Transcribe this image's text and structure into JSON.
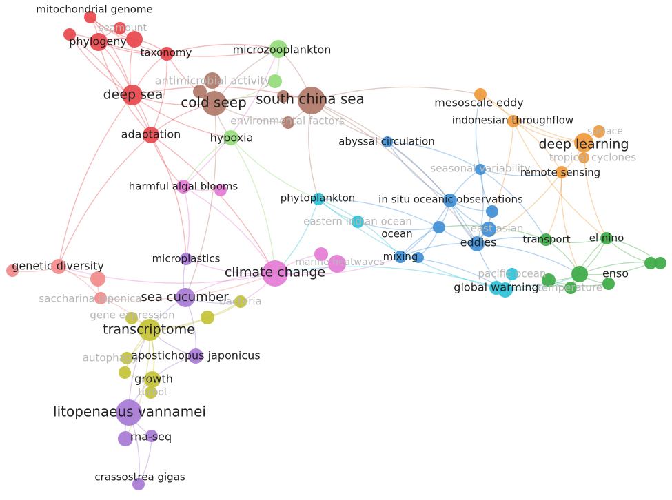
{
  "clusters": {
    "red": "#e8474c",
    "brown": "#b07868",
    "lightgreen": "#93db78",
    "blue": "#3f8fd6",
    "cyan": "#2ec2d8",
    "orange": "#f0993a",
    "green": "#3daa45",
    "pink": "#e57bd5",
    "purple": "#a77ad6",
    "yellow": "#c4c236",
    "salmon": "#f28a8a"
  },
  "nodes": [
    {
      "id": "mitochondrial_genome",
      "label": "mitochondrial genome",
      "cluster": "red",
      "faint": false
    },
    {
      "id": "red_a",
      "label": "",
      "cluster": "red",
      "faint": false
    },
    {
      "id": "seamount",
      "label": "seamount",
      "cluster": "red",
      "faint": true
    },
    {
      "id": "red_b",
      "label": "",
      "cluster": "red",
      "faint": false
    },
    {
      "id": "phylogeny",
      "label": "phylogeny",
      "cluster": "red",
      "faint": false
    },
    {
      "id": "taxonomy",
      "label": "taxonomy",
      "cluster": "red",
      "faint": false
    },
    {
      "id": "deep_sea",
      "label": "deep sea",
      "cluster": "red",
      "faint": false
    },
    {
      "id": "adaptation",
      "label": "adaptation",
      "cluster": "red",
      "faint": false
    },
    {
      "id": "microzooplankton",
      "label": "microzooplankton",
      "cluster": "lightgreen",
      "faint": false
    },
    {
      "id": "antimicrobial_activity",
      "label": "antimicrobial activity",
      "cluster": "lightgreen",
      "faint": true
    },
    {
      "id": "hypoxia",
      "label": "hypoxia",
      "cluster": "lightgreen",
      "faint": false
    },
    {
      "id": "cold_seep",
      "label": "cold seep",
      "cluster": "brown",
      "faint": false
    },
    {
      "id": "brown_a",
      "label": "",
      "cluster": "brown",
      "faint": false
    },
    {
      "id": "brown_b",
      "label": "",
      "cluster": "brown",
      "faint": false
    },
    {
      "id": "brown_c",
      "label": "",
      "cluster": "brown",
      "faint": false
    },
    {
      "id": "south_china_sea",
      "label": "south china sea",
      "cluster": "brown",
      "faint": false
    },
    {
      "id": "environmental_factors",
      "label": "environmental factors",
      "cluster": "brown",
      "faint": true
    },
    {
      "id": "abyssal_circulation",
      "label": "abyssal circulation",
      "cluster": "blue",
      "faint": false
    },
    {
      "id": "seasonal_variability",
      "label": "seasonal variability",
      "cluster": "blue",
      "faint": true
    },
    {
      "id": "in_situ_oceanic_observations",
      "label": "in situ oceanic observations",
      "cluster": "blue",
      "faint": false
    },
    {
      "id": "blue_a",
      "label": "",
      "cluster": "blue",
      "faint": false
    },
    {
      "id": "east_asian",
      "label": "east asian",
      "cluster": "blue",
      "faint": true
    },
    {
      "id": "eddies",
      "label": "eddies",
      "cluster": "blue",
      "faint": false
    },
    {
      "id": "ocean",
      "label": "ocean",
      "cluster": "blue",
      "faint": false
    },
    {
      "id": "mixing",
      "label": "mixing",
      "cluster": "blue",
      "faint": false
    },
    {
      "id": "blue_b",
      "label": "",
      "cluster": "blue",
      "faint": false
    },
    {
      "id": "phytoplankton",
      "label": "phytoplankton",
      "cluster": "cyan",
      "faint": false
    },
    {
      "id": "eastern_indian_ocean",
      "label": "eastern indian ocean",
      "cluster": "cyan",
      "faint": true
    },
    {
      "id": "pacific_ocean",
      "label": "pacific ocean",
      "cluster": "cyan",
      "faint": true
    },
    {
      "id": "global_warming",
      "label": "global warming",
      "cluster": "cyan",
      "faint": false
    },
    {
      "id": "cyan_a",
      "label": "",
      "cluster": "cyan",
      "faint": false
    },
    {
      "id": "mesoscale_eddy",
      "label": "mesoscale eddy",
      "cluster": "orange",
      "faint": false
    },
    {
      "id": "indonesian_throughflow",
      "label": "indonesian throughflow",
      "cluster": "orange",
      "faint": false
    },
    {
      "id": "deep_learning",
      "label": "deep learning",
      "cluster": "orange",
      "faint": false
    },
    {
      "id": "surface",
      "label": "surface",
      "cluster": "orange",
      "faint": true
    },
    {
      "id": "tropical_cyclones",
      "label": "tropical cyclones",
      "cluster": "orange",
      "faint": true
    },
    {
      "id": "remote_sensing",
      "label": "remote sensing",
      "cluster": "orange",
      "faint": false
    },
    {
      "id": "transport",
      "label": "transport",
      "cluster": "green",
      "faint": false
    },
    {
      "id": "el_nino",
      "label": "el nino",
      "cluster": "green",
      "faint": false
    },
    {
      "id": "enso",
      "label": "enso",
      "cluster": "green",
      "faint": false
    },
    {
      "id": "temperature",
      "label": "temperature",
      "cluster": "green",
      "faint": true
    },
    {
      "id": "green_a",
      "label": "",
      "cluster": "green",
      "faint": false
    },
    {
      "id": "green_b",
      "label": "",
      "cluster": "green",
      "faint": false
    },
    {
      "id": "green_c",
      "label": "",
      "cluster": "green",
      "faint": false
    },
    {
      "id": "green_d",
      "label": "",
      "cluster": "green",
      "faint": false
    },
    {
      "id": "climate_change",
      "label": "climate change",
      "cluster": "pink",
      "faint": false
    },
    {
      "id": "pink_a",
      "label": "",
      "cluster": "pink",
      "faint": false
    },
    {
      "id": "marine_heatwaves",
      "label": "marine heatwaves",
      "cluster": "pink",
      "faint": true
    },
    {
      "id": "harmful_algal_blooms",
      "label": "harmful algal blooms",
      "cluster": "pink",
      "faint": false
    },
    {
      "id": "pink_b",
      "label": "",
      "cluster": "pink",
      "faint": false
    },
    {
      "id": "microplastics",
      "label": "microplastics",
      "cluster": "purple",
      "faint": false
    },
    {
      "id": "sea_cucumber",
      "label": "sea cucumber",
      "cluster": "purple",
      "faint": false
    },
    {
      "id": "apostichopus_japonicus",
      "label": "apostichopus japonicus",
      "cluster": "purple",
      "faint": false
    },
    {
      "id": "litopenaeus_vannamei",
      "label": "litopenaeus vannamei",
      "cluster": "purple",
      "faint": false
    },
    {
      "id": "rna_seq",
      "label": "rna-seq",
      "cluster": "purple",
      "faint": false
    },
    {
      "id": "purple_a",
      "label": "",
      "cluster": "purple",
      "faint": false
    },
    {
      "id": "crassostrea_gigas",
      "label": "crassostrea gigas",
      "cluster": "purple",
      "faint": false
    },
    {
      "id": "transcriptome",
      "label": "transcriptome",
      "cluster": "yellow",
      "faint": false
    },
    {
      "id": "gene_expression",
      "label": "gene expression",
      "cluster": "yellow",
      "faint": true
    },
    {
      "id": "bacteria",
      "label": "bacteria",
      "cluster": "yellow",
      "faint": true
    },
    {
      "id": "yellow_a",
      "label": "",
      "cluster": "yellow",
      "faint": false
    },
    {
      "id": "autophagy",
      "label": "autophagy",
      "cluster": "yellow",
      "faint": true
    },
    {
      "id": "yellow_b",
      "label": "",
      "cluster": "yellow",
      "faint": false
    },
    {
      "id": "growth",
      "label": "growth",
      "cluster": "yellow",
      "faint": false
    },
    {
      "id": "turbot",
      "label": "turbot",
      "cluster": "yellow",
      "faint": true
    },
    {
      "id": "genetic_diversity",
      "label": "genetic diversity",
      "cluster": "salmon",
      "faint": false
    },
    {
      "id": "salmon_a",
      "label": "",
      "cluster": "salmon",
      "faint": false
    },
    {
      "id": "salmon_b",
      "label": "",
      "cluster": "salmon",
      "faint": false
    },
    {
      "id": "saccharina_japonica",
      "label": "saccharina japonica",
      "cluster": "salmon",
      "faint": true
    }
  ],
  "edges": [
    [
      "mitochondrial_genome",
      "phylogeny"
    ],
    [
      "mitochondrial_genome",
      "red_b"
    ],
    [
      "mitochondrial_genome",
      "deep_sea"
    ],
    [
      "mitochondrial_genome",
      "taxonomy"
    ],
    [
      "red_a",
      "phylogeny"
    ],
    [
      "red_a",
      "deep_sea"
    ],
    [
      "red_a",
      "adaptation"
    ],
    [
      "red_b",
      "phylogeny"
    ],
    [
      "red_b",
      "taxonomy"
    ],
    [
      "red_b",
      "deep_sea"
    ],
    [
      "red_b",
      "seamount"
    ],
    [
      "phylogeny",
      "taxonomy"
    ],
    [
      "phylogeny",
      "deep_sea"
    ],
    [
      "phylogeny",
      "adaptation"
    ],
    [
      "phylogeny",
      "seamount"
    ],
    [
      "taxonomy",
      "deep_sea"
    ],
    [
      "taxonomy",
      "adaptation"
    ],
    [
      "taxonomy",
      "cold_seep"
    ],
    [
      "deep_sea",
      "adaptation"
    ],
    [
      "deep_sea",
      "cold_seep"
    ],
    [
      "deep_sea",
      "south_china_sea"
    ],
    [
      "deep_sea",
      "hypoxia"
    ],
    [
      "adaptation",
      "cold_seep"
    ],
    [
      "adaptation",
      "harmful_algal_blooms"
    ],
    [
      "adaptation",
      "climate_change"
    ],
    [
      "adaptation",
      "genetic_diversity"
    ],
    [
      "adaptation",
      "microplastics"
    ],
    [
      "phylogeny",
      "microzooplankton"
    ],
    [
      "taxonomy",
      "microzooplankton"
    ],
    [
      "deep_sea",
      "genetic_diversity"
    ],
    [
      "cold_seep",
      "south_china_sea"
    ],
    [
      "cold_seep",
      "brown_a"
    ],
    [
      "cold_seep",
      "brown_b"
    ],
    [
      "cold_seep",
      "environmental_factors"
    ],
    [
      "cold_seep",
      "microzooplankton"
    ],
    [
      "cold_seep",
      "hypoxia"
    ],
    [
      "cold_seep",
      "sea_cucumber"
    ],
    [
      "south_china_sea",
      "brown_c"
    ],
    [
      "south_china_sea",
      "environmental_factors"
    ],
    [
      "south_china_sea",
      "abyssal_circulation"
    ],
    [
      "south_china_sea",
      "mesoscale_eddy"
    ],
    [
      "south_china_sea",
      "phytoplankton"
    ],
    [
      "south_china_sea",
      "in_situ_oceanic_observations"
    ],
    [
      "south_china_sea",
      "microzooplankton"
    ],
    [
      "south_china_sea",
      "eddies"
    ],
    [
      "antimicrobial_activity",
      "microzooplankton"
    ],
    [
      "antimicrobial_activity",
      "cold_seep"
    ],
    [
      "hypoxia",
      "harmful_algal_blooms"
    ],
    [
      "hypoxia",
      "climate_change"
    ],
    [
      "hypoxia",
      "phytoplankton"
    ],
    [
      "abyssal_circulation",
      "seasonal_variability"
    ],
    [
      "abyssal_circulation",
      "in_situ_oceanic_observations"
    ],
    [
      "abyssal_circulation",
      "eddies"
    ],
    [
      "seasonal_variability",
      "in_situ_oceanic_observations"
    ],
    [
      "seasonal_variability",
      "eddies"
    ],
    [
      "seasonal_variability",
      "remote_sensing"
    ],
    [
      "seasonal_variability",
      "mesoscale_eddy"
    ],
    [
      "seasonal_variability",
      "blue_a"
    ],
    [
      "seasonal_variability",
      "transport"
    ],
    [
      "in_situ_oceanic_observations",
      "eddies"
    ],
    [
      "in_situ_oceanic_observations",
      "ocean"
    ],
    [
      "in_situ_oceanic_observations",
      "blue_a"
    ],
    [
      "in_situ_oceanic_observations",
      "mixing"
    ],
    [
      "in_situ_oceanic_observations",
      "east_asian"
    ],
    [
      "blue_a",
      "eddies"
    ],
    [
      "east_asian",
      "eddies"
    ],
    [
      "eddies",
      "ocean"
    ],
    [
      "eddies",
      "mixing"
    ],
    [
      "eddies",
      "transport"
    ],
    [
      "eddies",
      "global_warming"
    ],
    [
      "eddies",
      "enso"
    ],
    [
      "ocean",
      "mixing"
    ],
    [
      "ocean",
      "blue_b"
    ],
    [
      "ocean",
      "phytoplankton"
    ],
    [
      "ocean",
      "eastern_indian_ocean"
    ],
    [
      "mixing",
      "blue_b"
    ],
    [
      "mixing",
      "global_warming"
    ],
    [
      "phytoplankton",
      "eastern_indian_ocean"
    ],
    [
      "phytoplankton",
      "mixing"
    ],
    [
      "phytoplankton",
      "global_warming"
    ],
    [
      "phytoplankton",
      "climate_change"
    ],
    [
      "global_warming",
      "pacific_ocean"
    ],
    [
      "global_warming",
      "cyan_a"
    ],
    [
      "global_warming",
      "enso"
    ],
    [
      "global_warming",
      "temperature"
    ],
    [
      "global_warming",
      "climate_change"
    ],
    [
      "mesoscale_eddy",
      "indonesian_throughflow"
    ],
    [
      "mesoscale_eddy",
      "deep_learning"
    ],
    [
      "indonesian_throughflow",
      "remote_sensing"
    ],
    [
      "indonesian_throughflow",
      "deep_learning"
    ],
    [
      "indonesian_throughflow",
      "eddies"
    ],
    [
      "indonesian_throughflow",
      "el_nino"
    ],
    [
      "deep_learning",
      "surface"
    ],
    [
      "deep_learning",
      "tropical_cyclones"
    ],
    [
      "deep_learning",
      "remote_sensing"
    ],
    [
      "deep_learning",
      "el_nino"
    ],
    [
      "remote_sensing",
      "transport"
    ],
    [
      "remote_sensing",
      "enso"
    ],
    [
      "remote_sensing",
      "eddies"
    ],
    [
      "transport",
      "el_nino"
    ],
    [
      "transport",
      "enso"
    ],
    [
      "transport",
      "ocean"
    ],
    [
      "el_nino",
      "enso"
    ],
    [
      "el_nino",
      "green_c"
    ],
    [
      "el_nino",
      "green_d"
    ],
    [
      "el_nino",
      "temperature"
    ],
    [
      "enso",
      "green_a"
    ],
    [
      "enso",
      "green_b"
    ],
    [
      "enso",
      "temperature"
    ],
    [
      "enso",
      "green_c"
    ],
    [
      "enso",
      "green_d"
    ],
    [
      "green_a",
      "green_b"
    ],
    [
      "temperature",
      "green_a"
    ],
    [
      "climate_change",
      "pink_a"
    ],
    [
      "climate_change",
      "marine_heatwaves"
    ],
    [
      "climate_change",
      "harmful_algal_blooms"
    ],
    [
      "climate_change",
      "microplastics"
    ],
    [
      "climate_change",
      "sea_cucumber"
    ],
    [
      "climate_change",
      "bacteria"
    ],
    [
      "climate_change",
      "mixing"
    ],
    [
      "climate_change",
      "genetic_diversity"
    ],
    [
      "harmful_algal_blooms",
      "pink_b"
    ],
    [
      "harmful_algal_blooms",
      "microplastics"
    ],
    [
      "harmful_algal_blooms",
      "microzooplankton"
    ],
    [
      "sea_cucumber",
      "apostichopus_japonicus"
    ],
    [
      "sea_cucumber",
      "transcriptome"
    ],
    [
      "sea_cucumber",
      "microplastics"
    ],
    [
      "sea_cucumber",
      "bacteria"
    ],
    [
      "apostichopus_japonicus",
      "transcriptome"
    ],
    [
      "apostichopus_japonicus",
      "growth"
    ],
    [
      "litopenaeus_vannamei",
      "transcriptome"
    ],
    [
      "litopenaeus_vannamei",
      "rna_seq"
    ],
    [
      "litopenaeus_vannamei",
      "growth"
    ],
    [
      "litopenaeus_vannamei",
      "purple_a"
    ],
    [
      "litopenaeus_vannamei",
      "crassostrea_gigas"
    ],
    [
      "rna_seq",
      "purple_a"
    ],
    [
      "purple_a",
      "crassostrea_gigas"
    ],
    [
      "transcriptome",
      "gene_expression"
    ],
    [
      "transcriptome",
      "growth"
    ],
    [
      "transcriptome",
      "yellow_a"
    ],
    [
      "transcriptome",
      "autophagy"
    ],
    [
      "transcriptome",
      "yellow_b"
    ],
    [
      "transcriptome",
      "turbot"
    ],
    [
      "transcriptome",
      "bacteria"
    ],
    [
      "transcriptome",
      "rna_seq"
    ],
    [
      "growth",
      "turbot"
    ],
    [
      "growth",
      "yellow_b"
    ],
    [
      "yellow_a",
      "bacteria"
    ],
    [
      "genetic_diversity",
      "salmon_a"
    ],
    [
      "genetic_diversity",
      "salmon_b"
    ],
    [
      "genetic_diversity",
      "saccharina_japonica"
    ],
    [
      "salmon_b",
      "saccharina_japonica"
    ],
    [
      "saccharina_japonica",
      "transcriptome"
    ],
    [
      "saccharina_japonica",
      "climate_change"
    ]
  ]
}
